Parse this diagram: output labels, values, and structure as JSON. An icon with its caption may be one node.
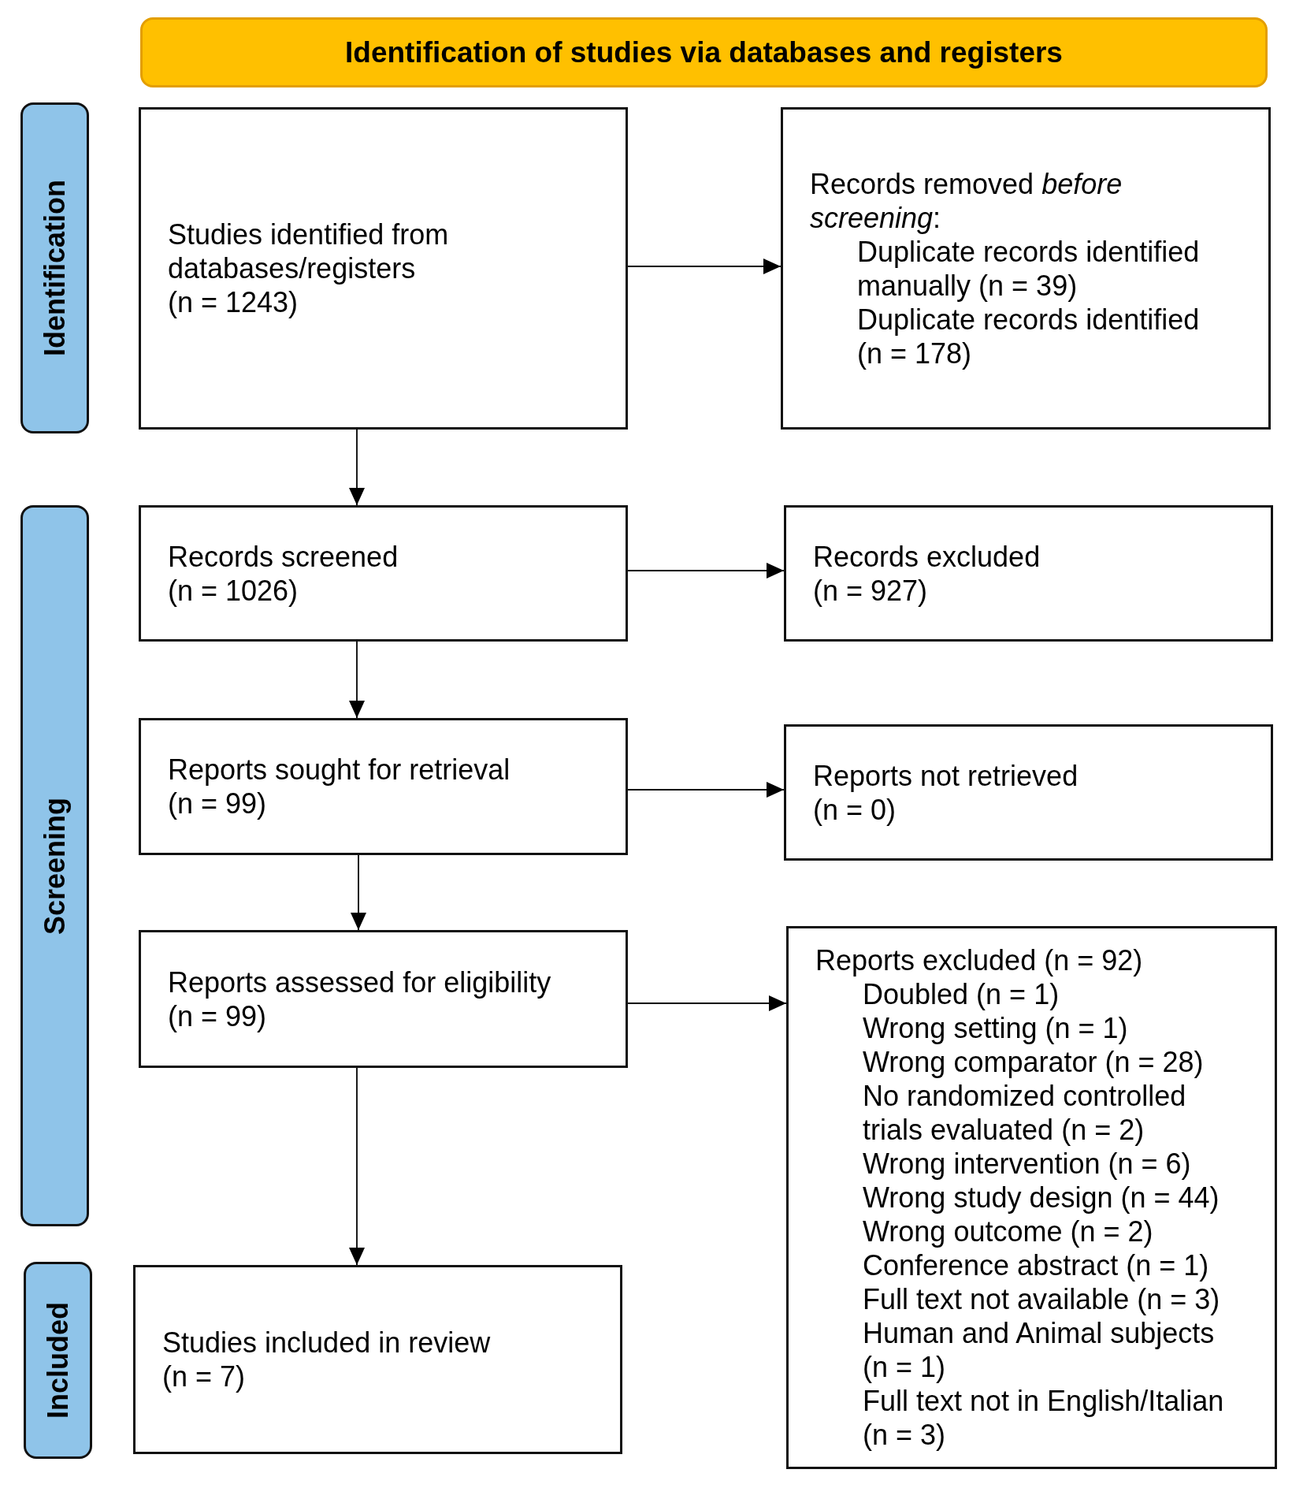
{
  "diagram": {
    "nodes": [
      {
        "text": [
          "Identification of studies via databases and registers"
        ]
      },
      {
        "text": [
          "Identification"
        ]
      },
      {
        "text": [
          "Studies identified from databases/registers",
          "(n = 1243)"
        ]
      },
      {
        "text": [
          "Records removed *before screening*:",
          "Duplicate records identified manually (n = 39)",
          "Duplicate records identified (n = 178)"
        ]
      },
      {
        "text": [
          "Screening"
        ]
      },
      {
        "text": [
          "Records screened",
          "(n = 1026)"
        ]
      },
      {
        "text": [
          "Records excluded",
          "(n = 927)"
        ]
      },
      {
        "text": [
          "Reports sought for retrieval",
          "(n = 99)"
        ]
      },
      {
        "text": [
          "Reports not retrieved",
          "(n = 0)"
        ]
      },
      {
        "text": [
          "Reports assessed for eligibility",
          "(n = 99)"
        ]
      },
      {
        "text": [
          "Reports excluded (n = 92)",
          "Doubled (n = 1)",
          "Wrong setting (n = 1)",
          "Wrong comparator (n = 28)",
          "No randomized controlled trials evaluated (n = 2)",
          "Wrong intervention (n = 6)",
          "Wrong study design (n = 44)",
          "Wrong outcome (n = 2)",
          "Conference abstract (n = 1)",
          "Full text not available (n = 3)",
          "Human and Animal subjects (n = 1)",
          "Full text not in English/Italian (n = 3)"
        ]
      },
      {
        "text": [
          "Included"
        ]
      },
      {
        "text": [
          "Studies included in review",
          "(n = 7)"
        ]
      }
    ],
    "edges": [
      {
        "from": 2,
        "to": 3,
        "arrow": "to"
      },
      {
        "from": 2,
        "to": 5,
        "arrow": "to"
      },
      {
        "from": 5,
        "to": 6,
        "arrow": "to"
      },
      {
        "from": 5,
        "to": 7,
        "arrow": "to"
      },
      {
        "from": 7,
        "to": 8,
        "arrow": "to"
      },
      {
        "from": 7,
        "to": 9,
        "arrow": "to"
      },
      {
        "from": 9,
        "to": 10,
        "arrow": "to"
      },
      {
        "from": 9,
        "to": 12,
        "arrow": "to"
      }
    ]
  }
}
